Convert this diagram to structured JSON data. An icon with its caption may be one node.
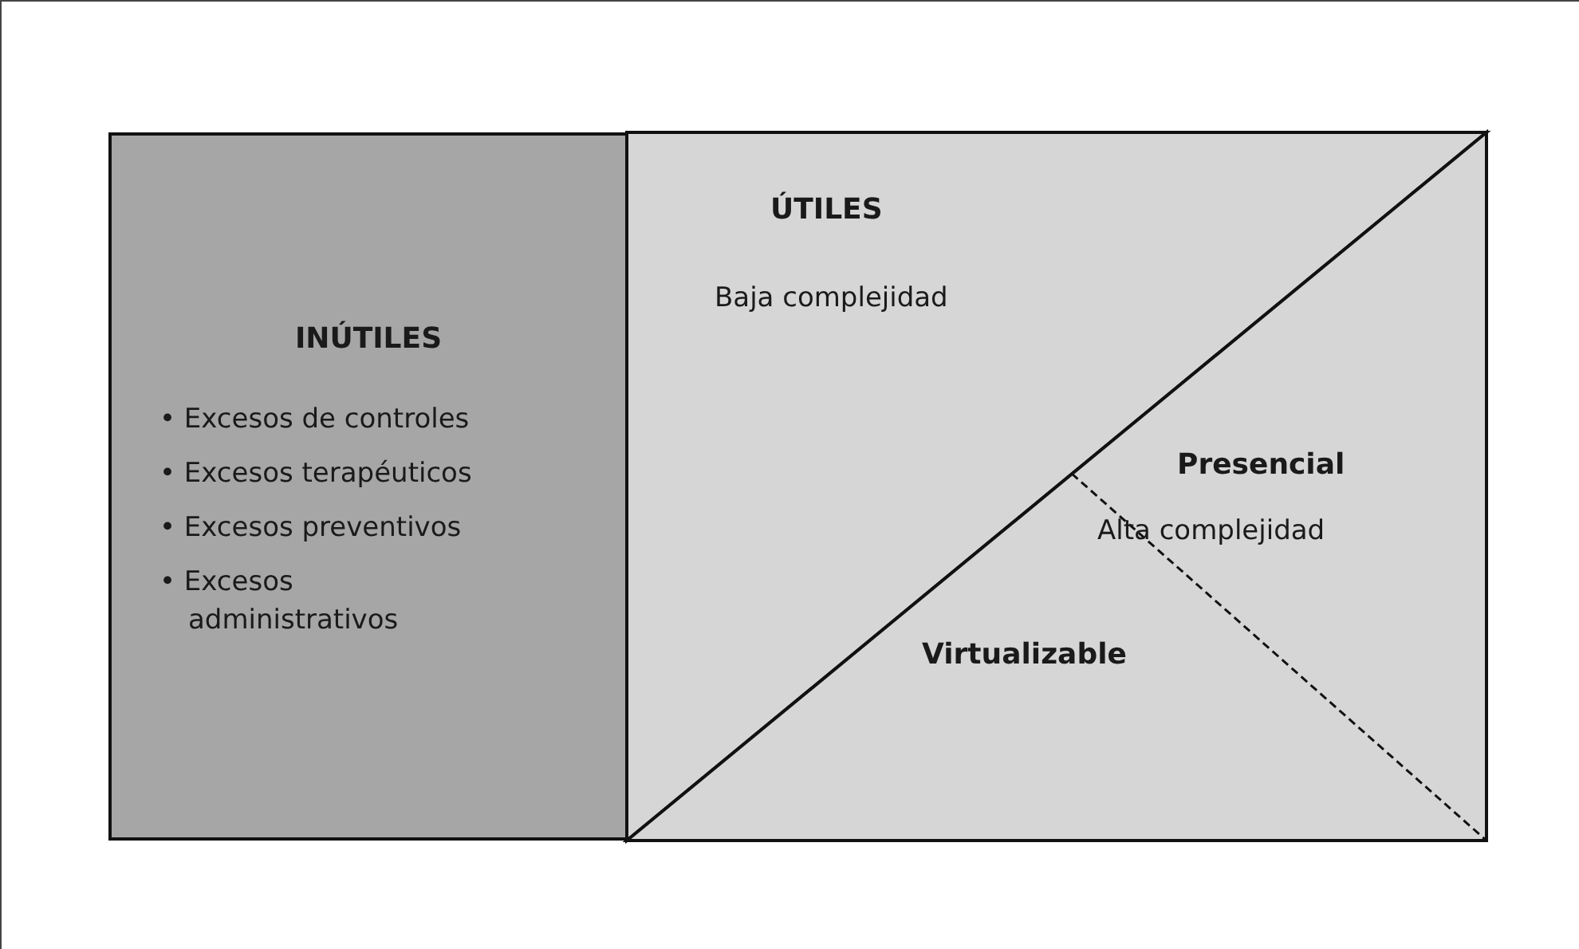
{
  "diagram": {
    "nodes": [
      {
        "text": [
          "INÚTILES",
          "• Excesos de controles",
          "• Excesos terapéuticos",
          "• Excesos preventivos",
          "• Excesos administrativos"
        ]
      },
      {
        "text": [
          "ÚTILES",
          "Baja complejidad"
        ]
      },
      {
        "text": [
          "Alta complejidad"
        ]
      },
      {
        "text": [
          "Presencial"
        ],
        "in": 2
      },
      {
        "text": [
          "Virtualizable"
        ],
        "in": 2
      }
    ]
  }
}
